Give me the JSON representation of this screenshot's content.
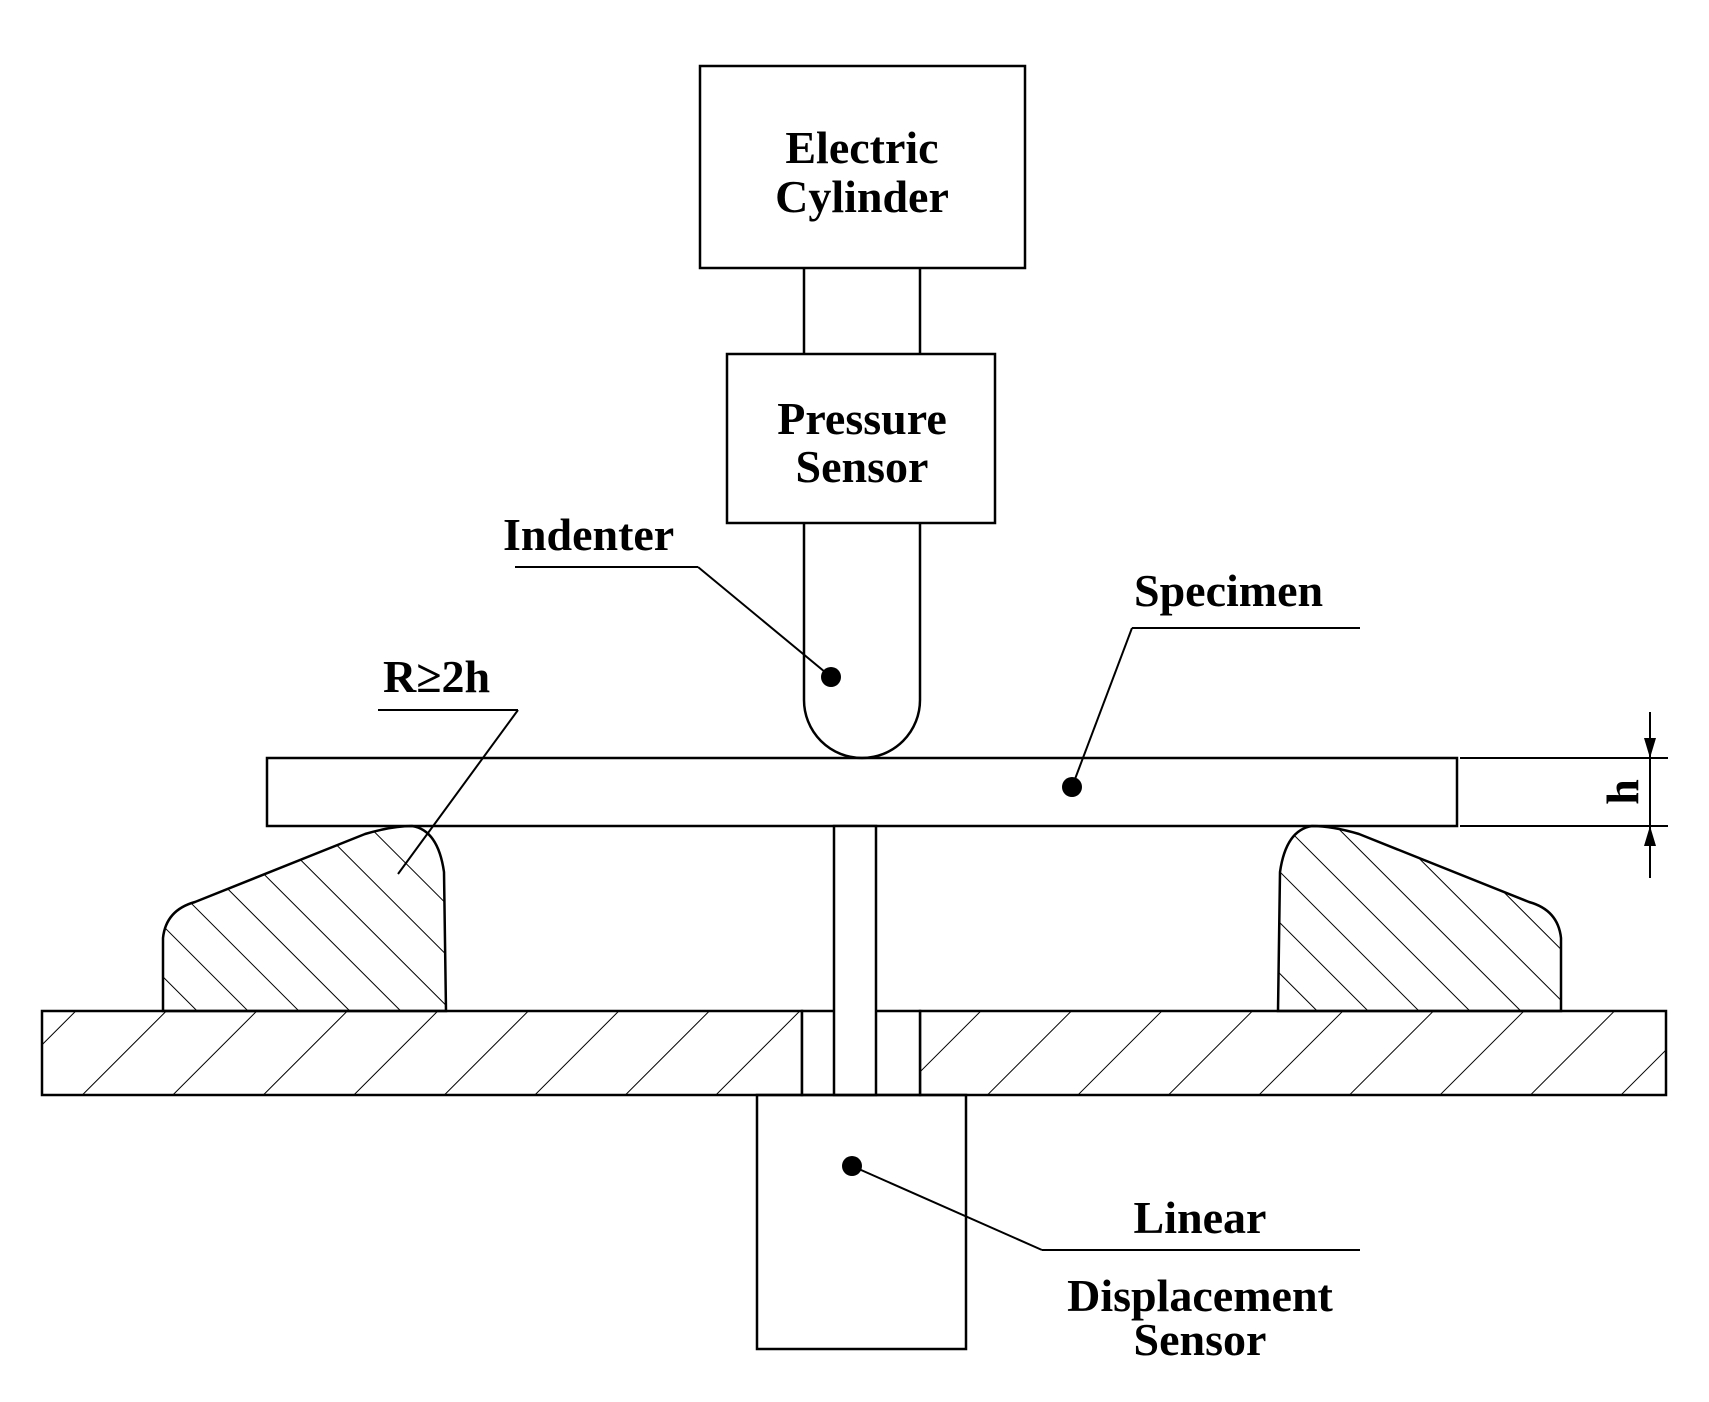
{
  "labels": {
    "electric_cylinder_line1": "Electric",
    "electric_cylinder_line2": "Cylinder",
    "pressure_sensor_line1": "Pressure",
    "pressure_sensor_line2": "Sensor",
    "indenter": "Indenter",
    "specimen": "Specimen",
    "radius": "R≥2h",
    "thickness": "h",
    "linear": "Linear",
    "displacement": "Displacement",
    "sensor": "Sensor"
  }
}
